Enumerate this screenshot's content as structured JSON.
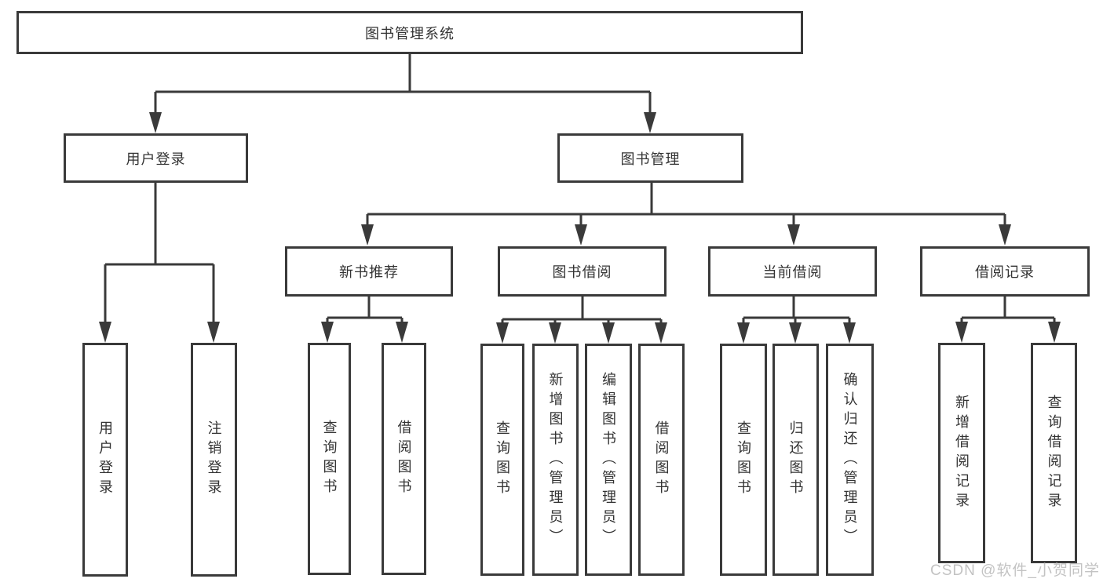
{
  "tree": {
    "label": "图书管理系统",
    "children": [
      {
        "label": "用户登录",
        "children": [
          {
            "label": "用户登录"
          },
          {
            "label": "注销登录"
          }
        ]
      },
      {
        "label": "图书管理",
        "children": [
          {
            "label": "新书推荐",
            "children": [
              {
                "label": "查询图书"
              },
              {
                "label": "借阅图书"
              }
            ]
          },
          {
            "label": "图书借阅",
            "children": [
              {
                "label": "查询图书"
              },
              {
                "label": "新增图书（管理员）"
              },
              {
                "label": "编辑图书（管理员）"
              },
              {
                "label": "借阅图书"
              }
            ]
          },
          {
            "label": "当前借阅",
            "children": [
              {
                "label": "查询图书"
              },
              {
                "label": "归还图书"
              },
              {
                "label": "确认归还（管理员）"
              }
            ]
          },
          {
            "label": "借阅记录",
            "children": [
              {
                "label": "新增借阅记录"
              },
              {
                "label": "查询借阅记录"
              }
            ]
          }
        ]
      }
    ]
  },
  "watermark": {
    "text": "CSDN @软件_小贺同学"
  },
  "colors": {
    "line": "#3a3a3a",
    "text": "#333333",
    "background": "#ffffff",
    "watermark": "#c3c3c3"
  }
}
